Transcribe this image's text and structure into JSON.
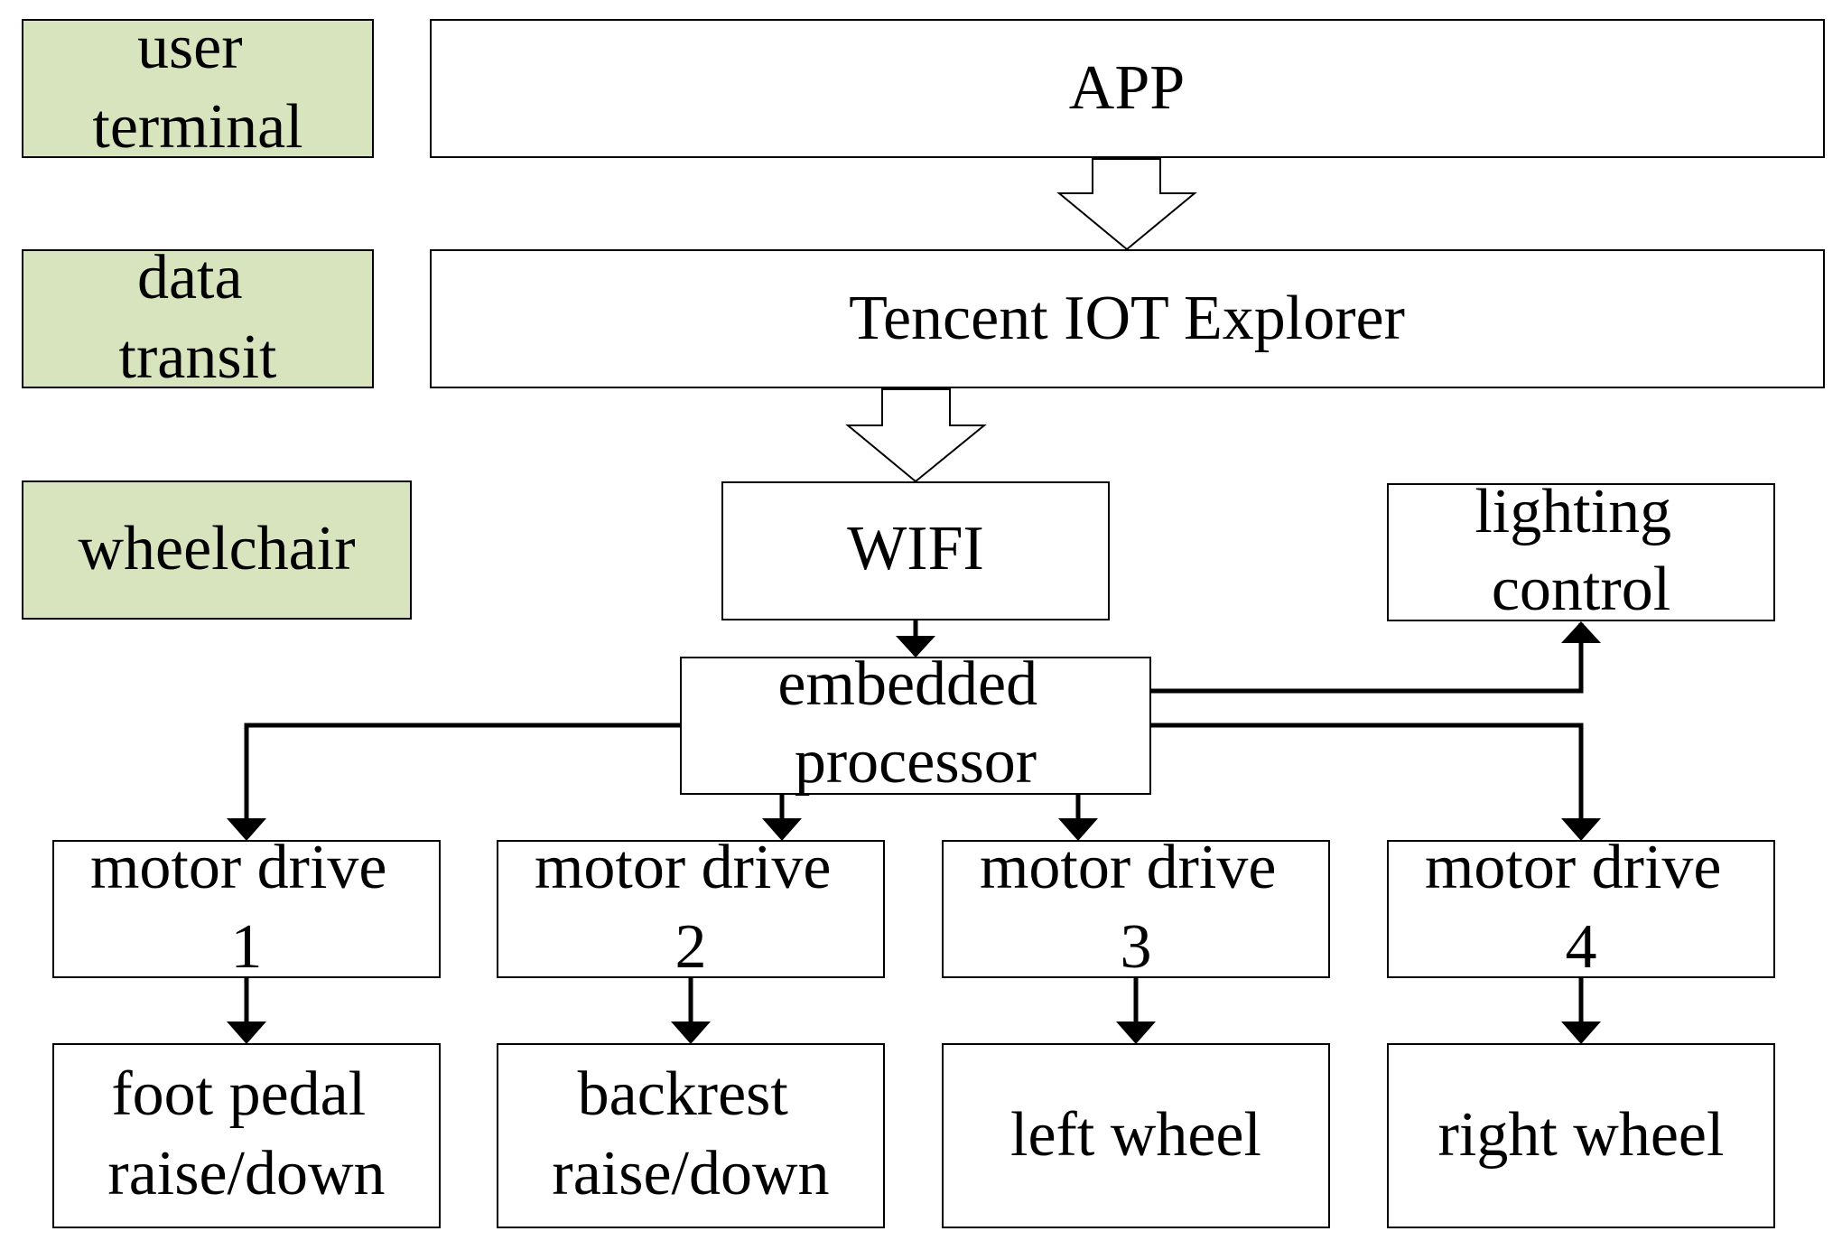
{
  "colors": {
    "label_fill": "#d7e4bd",
    "box_fill": "#ffffff",
    "stroke": "#000000"
  },
  "labels": {
    "user_terminal": [
      "user",
      "terminal"
    ],
    "data_transit": [
      "data",
      "transit"
    ],
    "wheelchair": [
      "wheelchair"
    ]
  },
  "boxes": {
    "app": [
      "APP"
    ],
    "iot": [
      "Tencent IOT Explorer"
    ],
    "wifi": [
      "WIFI"
    ],
    "lighting": [
      "lighting",
      "control"
    ],
    "processor": [
      "embedded",
      "processor"
    ],
    "motor1": [
      "motor drive",
      "1"
    ],
    "motor2": [
      "motor drive",
      "2"
    ],
    "motor3": [
      "motor drive",
      "3"
    ],
    "motor4": [
      "motor drive",
      "4"
    ],
    "out1": [
      "foot pedal",
      "raise/down"
    ],
    "out2": [
      "backrest",
      "raise/down"
    ],
    "out3": [
      "left wheel"
    ],
    "out4": [
      "right wheel"
    ]
  }
}
